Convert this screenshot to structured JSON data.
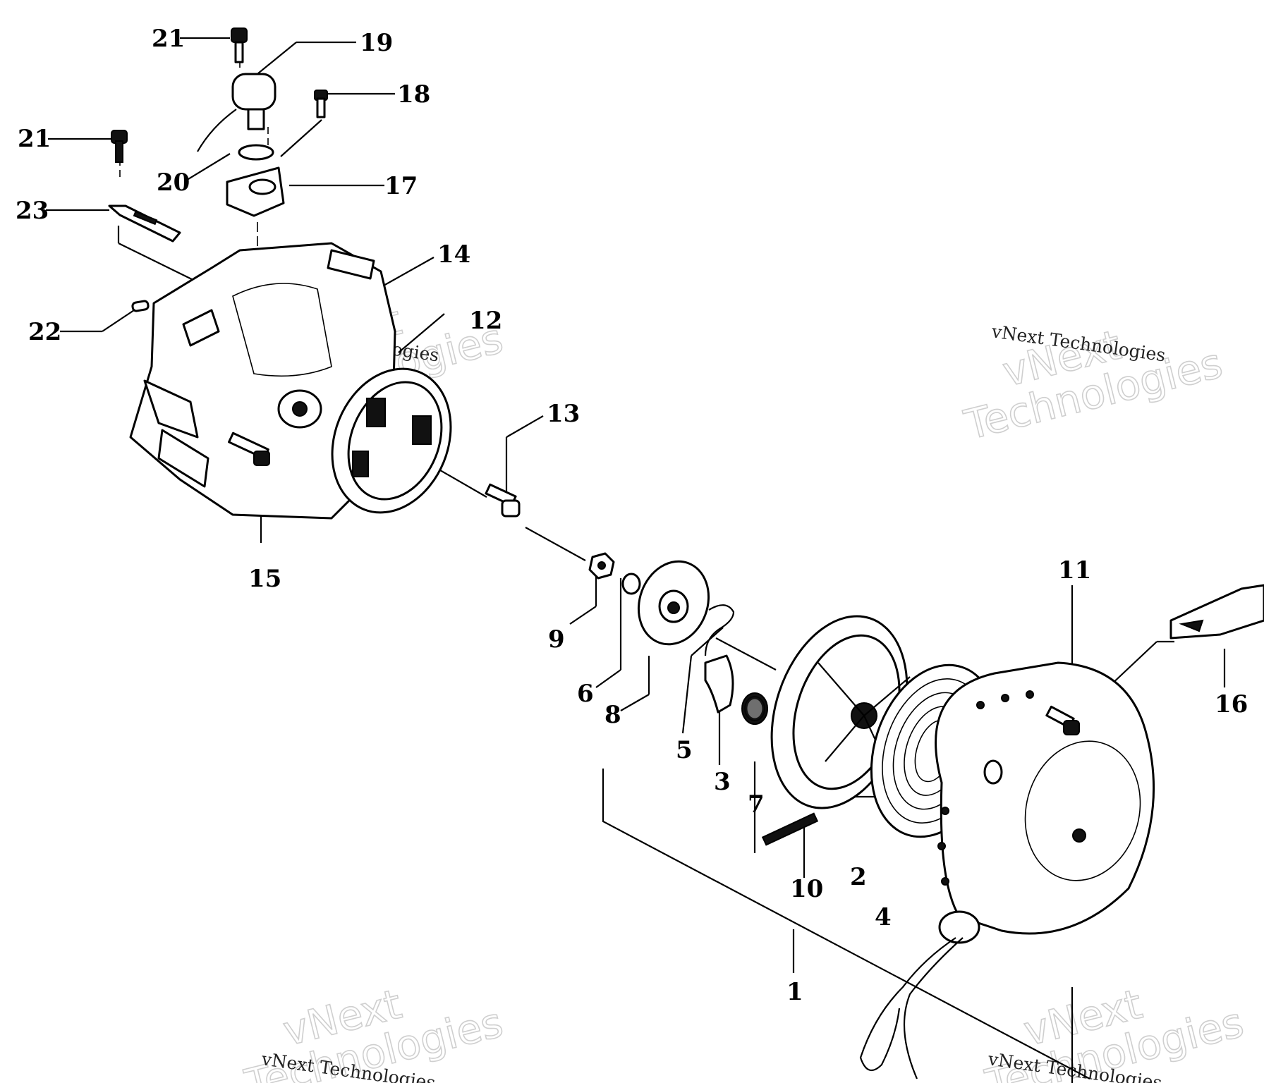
{
  "callouts": [
    {
      "id": "c21a",
      "text": "21"
    },
    {
      "id": "c19",
      "text": "19"
    },
    {
      "id": "c18",
      "text": "18"
    },
    {
      "id": "c21b",
      "text": "21"
    },
    {
      "id": "c20",
      "text": "20"
    },
    {
      "id": "c17",
      "text": "17"
    },
    {
      "id": "c23",
      "text": "23"
    },
    {
      "id": "c14",
      "text": "14"
    },
    {
      "id": "c22",
      "text": "22"
    },
    {
      "id": "c12",
      "text": "12"
    },
    {
      "id": "c13",
      "text": "13"
    },
    {
      "id": "c15",
      "text": "15"
    },
    {
      "id": "c9",
      "text": "9"
    },
    {
      "id": "c6",
      "text": "6"
    },
    {
      "id": "c8",
      "text": "8"
    },
    {
      "id": "c5",
      "text": "5"
    },
    {
      "id": "c3",
      "text": "3"
    },
    {
      "id": "c7",
      "text": "7"
    },
    {
      "id": "c11",
      "text": "11"
    },
    {
      "id": "c16",
      "text": "16"
    },
    {
      "id": "c10",
      "text": "10"
    },
    {
      "id": "c2",
      "text": "2"
    },
    {
      "id": "c4",
      "text": "4"
    },
    {
      "id": "c1",
      "text": "1"
    }
  ],
  "watermark": {
    "line1": "vNext",
    "line2": "Technologies",
    "caption": "vNext Technologies"
  }
}
